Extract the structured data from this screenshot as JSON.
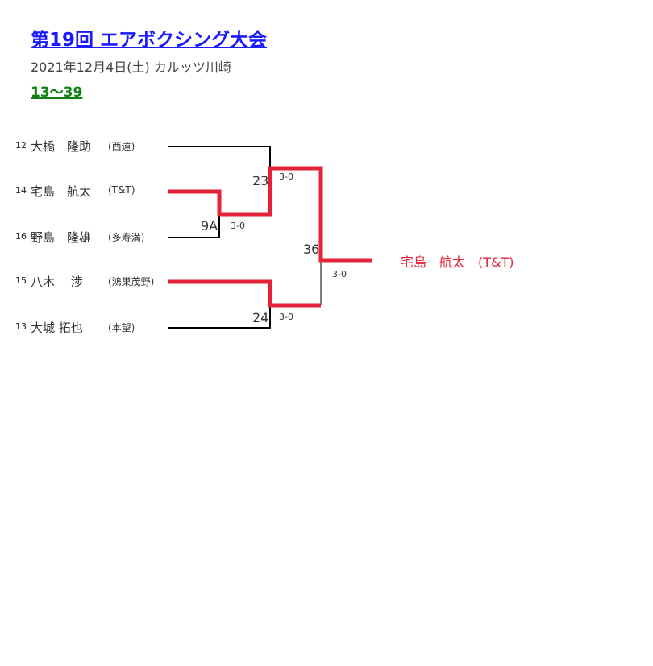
{
  "header": {
    "title": "第19回 エアボクシング大会",
    "subtitle": "2021年12月4日(土) カルッツ川崎",
    "range": "13〜39"
  },
  "players": [
    {
      "seed": "12",
      "name": "大橋　隆助",
      "team": "(西遠)"
    },
    {
      "seed": "14",
      "name": "宅島　航太",
      "team": "(T&T)"
    },
    {
      "seed": "16",
      "name": "野島　隆雄",
      "team": "(多寿満)"
    },
    {
      "seed": "15",
      "name": "八木　 渉",
      "team": "(鴻巣茂野)"
    },
    {
      "seed": "13",
      "name": "大城 拓也",
      "team": "(本望)"
    }
  ],
  "matches": [
    {
      "no": "9A",
      "score": "3-0"
    },
    {
      "no": "23",
      "score": "3-0"
    },
    {
      "no": "24",
      "score": "3-0"
    },
    {
      "no": "36",
      "score": "3-0"
    }
  ],
  "winner": "宅島　航太　(T&T)",
  "colors": {
    "winner_line": "#e4233a",
    "title": "#1a1aff",
    "range": "#118011"
  }
}
